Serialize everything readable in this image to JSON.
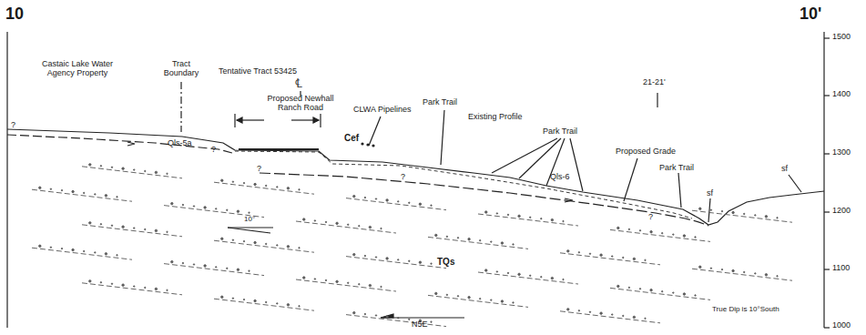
{
  "diagram": {
    "labels": [
      "10",
      "10'",
      "Castaic Lake Water Agency Property",
      "Tract Boundary",
      "Tentative Tract 53425",
      "℄",
      "Proposed Newhall Ranch Road",
      "CLWA Pipelines",
      "Cef",
      "Qls-5a",
      "Park Trail",
      "Existing Profile",
      "Park Trail",
      "Proposed Grade",
      "Park Trail",
      "sf",
      "sf",
      "Qls-6",
      "21-21'",
      "TQs",
      "10°",
      "True Dip is 10°South",
      "N5E",
      "1500",
      "1400",
      "1300",
      "1200",
      "1100",
      "1000",
      "?",
      "?",
      "?",
      "?",
      "?"
    ]
  }
}
